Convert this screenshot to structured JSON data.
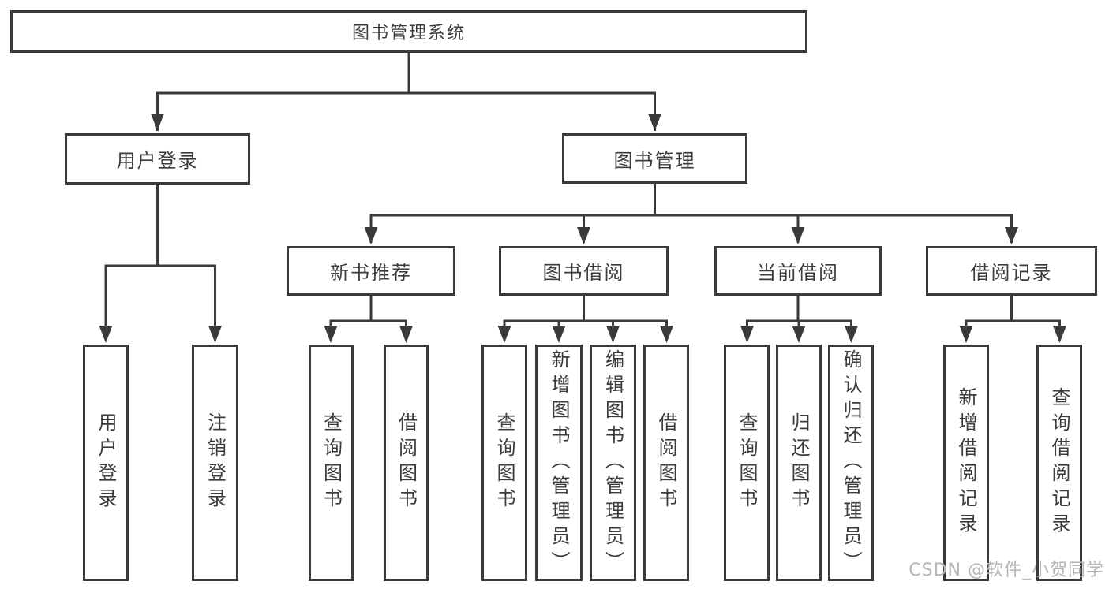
{
  "diagram_type": "hierarchy-tree",
  "tree": {
    "label": "图书管理系统",
    "children": [
      {
        "label": "用户登录",
        "children": [
          {
            "label": "用户登录"
          },
          {
            "label": "注销登录"
          }
        ]
      },
      {
        "label": "图书管理",
        "children": [
          {
            "label": "新书推荐",
            "children": [
              {
                "label": "查询图书"
              },
              {
                "label": "借阅图书"
              }
            ]
          },
          {
            "label": "图书借阅",
            "children": [
              {
                "label": "查询图书"
              },
              {
                "label": "新增图书（管理员）"
              },
              {
                "label": "编辑图书（管理员）"
              },
              {
                "label": "借阅图书"
              }
            ]
          },
          {
            "label": "当前借阅",
            "children": [
              {
                "label": "查询图书"
              },
              {
                "label": "归还图书"
              },
              {
                "label": "确认归还（管理员）"
              }
            ]
          },
          {
            "label": "借阅记录",
            "children": [
              {
                "label": "新增借阅记录"
              },
              {
                "label": "查询借阅记录"
              }
            ]
          }
        ]
      }
    ]
  },
  "watermark": {
    "text": "CSDN @软件_小贺同学"
  },
  "colors": {
    "line": "#3a3a3a",
    "text": "#3b3b3b",
    "watermark": "#b2b5b9",
    "bg": "#ffffff"
  }
}
